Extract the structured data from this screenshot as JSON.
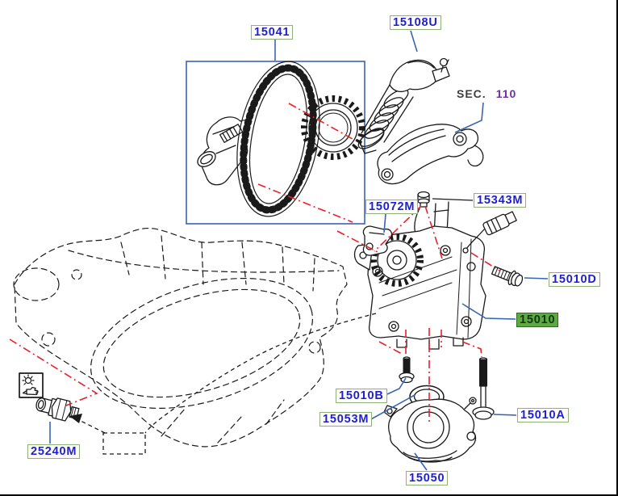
{
  "sec": {
    "prefix": "SEC.",
    "number": "110"
  },
  "labels": {
    "p15041": "15041",
    "p15108U": "15108U",
    "p15343M": "15343M",
    "p15072M": "15072M",
    "p15010D": "15010D",
    "p15010": "15010",
    "p15010B": "15010B",
    "p15053M": "15053M",
    "p15010A": "15010A",
    "p15050": "15050",
    "p25240M": "25240M"
  },
  "selected_part": "15010",
  "icons": {
    "warning_box": "oil-pressure-warning-icon",
    "warning_box_glyphs": [
      "light-rays-icon",
      "oil-can-icon"
    ]
  },
  "colors": {
    "label_text": "#1f1fcf",
    "label_border": "#8fb077",
    "leader_blue": "#3a64b4",
    "highlight_green": "#5fa844",
    "highlight_border": "#2f691f",
    "highlight_text": "#0e3a0e",
    "alignment_red": "#e8212b",
    "sec_text": "#3f3f3f",
    "sec_number_purple": "#7030a0",
    "line_art": "#1a1a1a"
  }
}
